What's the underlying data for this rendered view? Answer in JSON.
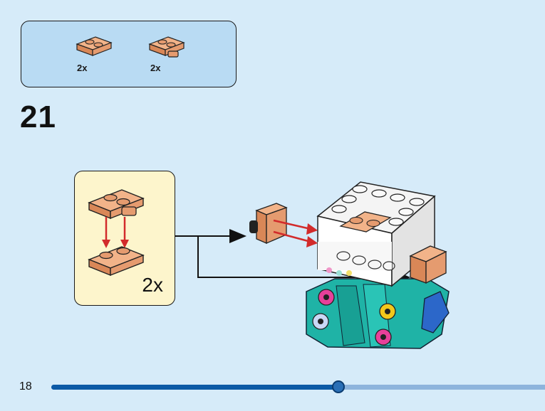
{
  "parts_list": {
    "items": [
      {
        "name": "plate-1x2",
        "quantity": "2x",
        "color": "#e59b6f"
      },
      {
        "name": "plate-1x2-with-clip",
        "quantity": "2x",
        "color": "#e59b6f"
      }
    ]
  },
  "step": {
    "number": "21"
  },
  "sub_assembly": {
    "quantity": "2x"
  },
  "footer": {
    "page_number": "18",
    "progress": 0.58
  },
  "colors": {
    "background": "#d6ebf9",
    "parts_box": "#b9dbf3",
    "callout": "#fdf5cc",
    "brick_tan": "#e59b6f",
    "arrow_red": "#d22b2b",
    "teal": "#1fb3a6",
    "progress": "#0c5aa6"
  }
}
